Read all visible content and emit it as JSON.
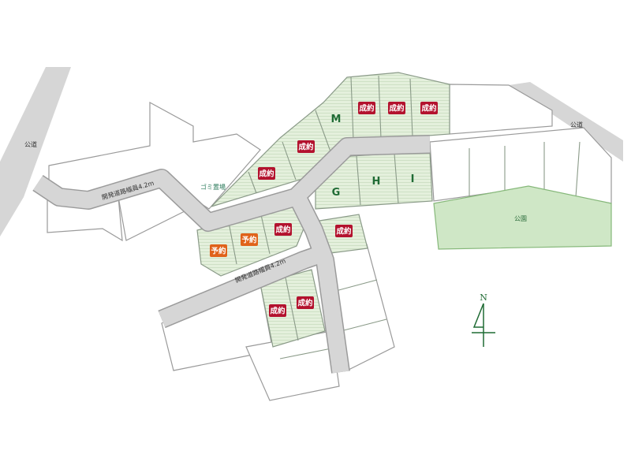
{
  "labels": {
    "public_road_left": "公道",
    "public_road_right": "公道",
    "dev_road_upper": "開発道路幅員4.2m",
    "dev_road_lower": "開発道路幅員4.2m",
    "garbage_area": "ゴミ置場",
    "park": "公園",
    "north": "N"
  },
  "lot_letters": [
    "M",
    "G",
    "H",
    "I"
  ],
  "badges": [
    {
      "text": "成約",
      "status": "contracted"
    },
    {
      "text": "成約",
      "status": "contracted"
    },
    {
      "text": "成約",
      "status": "contracted"
    },
    {
      "text": "成約",
      "status": "contracted"
    },
    {
      "text": "成約",
      "status": "contracted"
    },
    {
      "text": "成約",
      "status": "contracted"
    },
    {
      "text": "成約",
      "status": "contracted"
    },
    {
      "text": "成約",
      "status": "contracted"
    },
    {
      "text": "成約",
      "status": "contracted"
    },
    {
      "text": "予約",
      "status": "reserved"
    },
    {
      "text": "予約",
      "status": "reserved"
    }
  ],
  "colors": {
    "contracted": "#b3122e",
    "reserved": "#e0621a",
    "lot_green": "#e2efd9",
    "park": "#cfe7c6",
    "road": "#d6d6d6",
    "text_green": "#1f6b34"
  }
}
